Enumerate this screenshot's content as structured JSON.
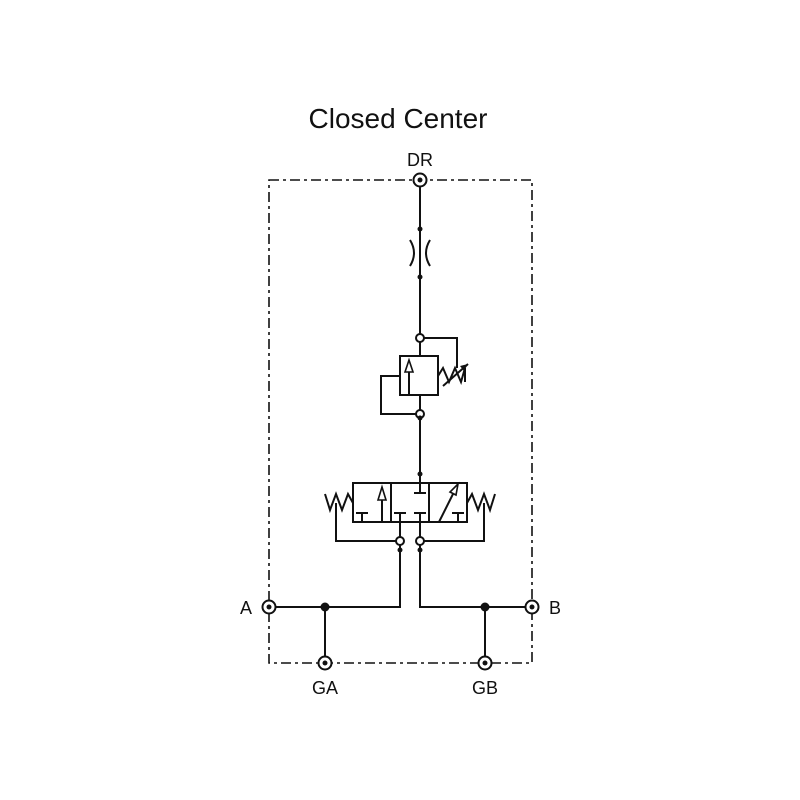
{
  "title": "Closed Center",
  "ports": {
    "dr": "DR",
    "a": "A",
    "b": "B",
    "ga": "GA",
    "gb": "GB"
  },
  "colors": {
    "line": "#111111",
    "background": "#ffffff"
  }
}
